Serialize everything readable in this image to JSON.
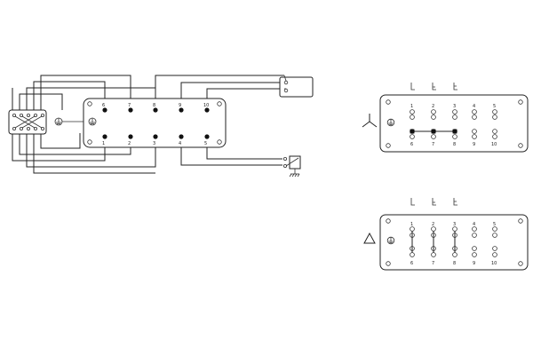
{
  "left_diagram": {
    "top_row_labels": [
      "6",
      "7",
      "8",
      "9",
      "10"
    ],
    "bottom_row_labels": [
      "1",
      "2",
      "3",
      "4",
      "5"
    ]
  },
  "star_block": {
    "terminal_labels_top": [
      "1",
      "2",
      "3",
      "4",
      "5"
    ],
    "terminal_labels_bottom": [
      "6",
      "7",
      "8",
      "9",
      "10"
    ]
  },
  "delta_block": {
    "terminal_labels_top": [
      "1",
      "2",
      "3",
      "4",
      "5"
    ],
    "terminal_labels_bottom": [
      "6",
      "7",
      "8",
      "9",
      "10"
    ]
  },
  "icons": [
    "ground-icon",
    "star-connection-icon",
    "delta-connection-icon",
    "switch-icon",
    "motor-icon",
    "terminal-dot-icon"
  ],
  "colors": {
    "line": "#222222",
    "background": "#ffffff"
  }
}
